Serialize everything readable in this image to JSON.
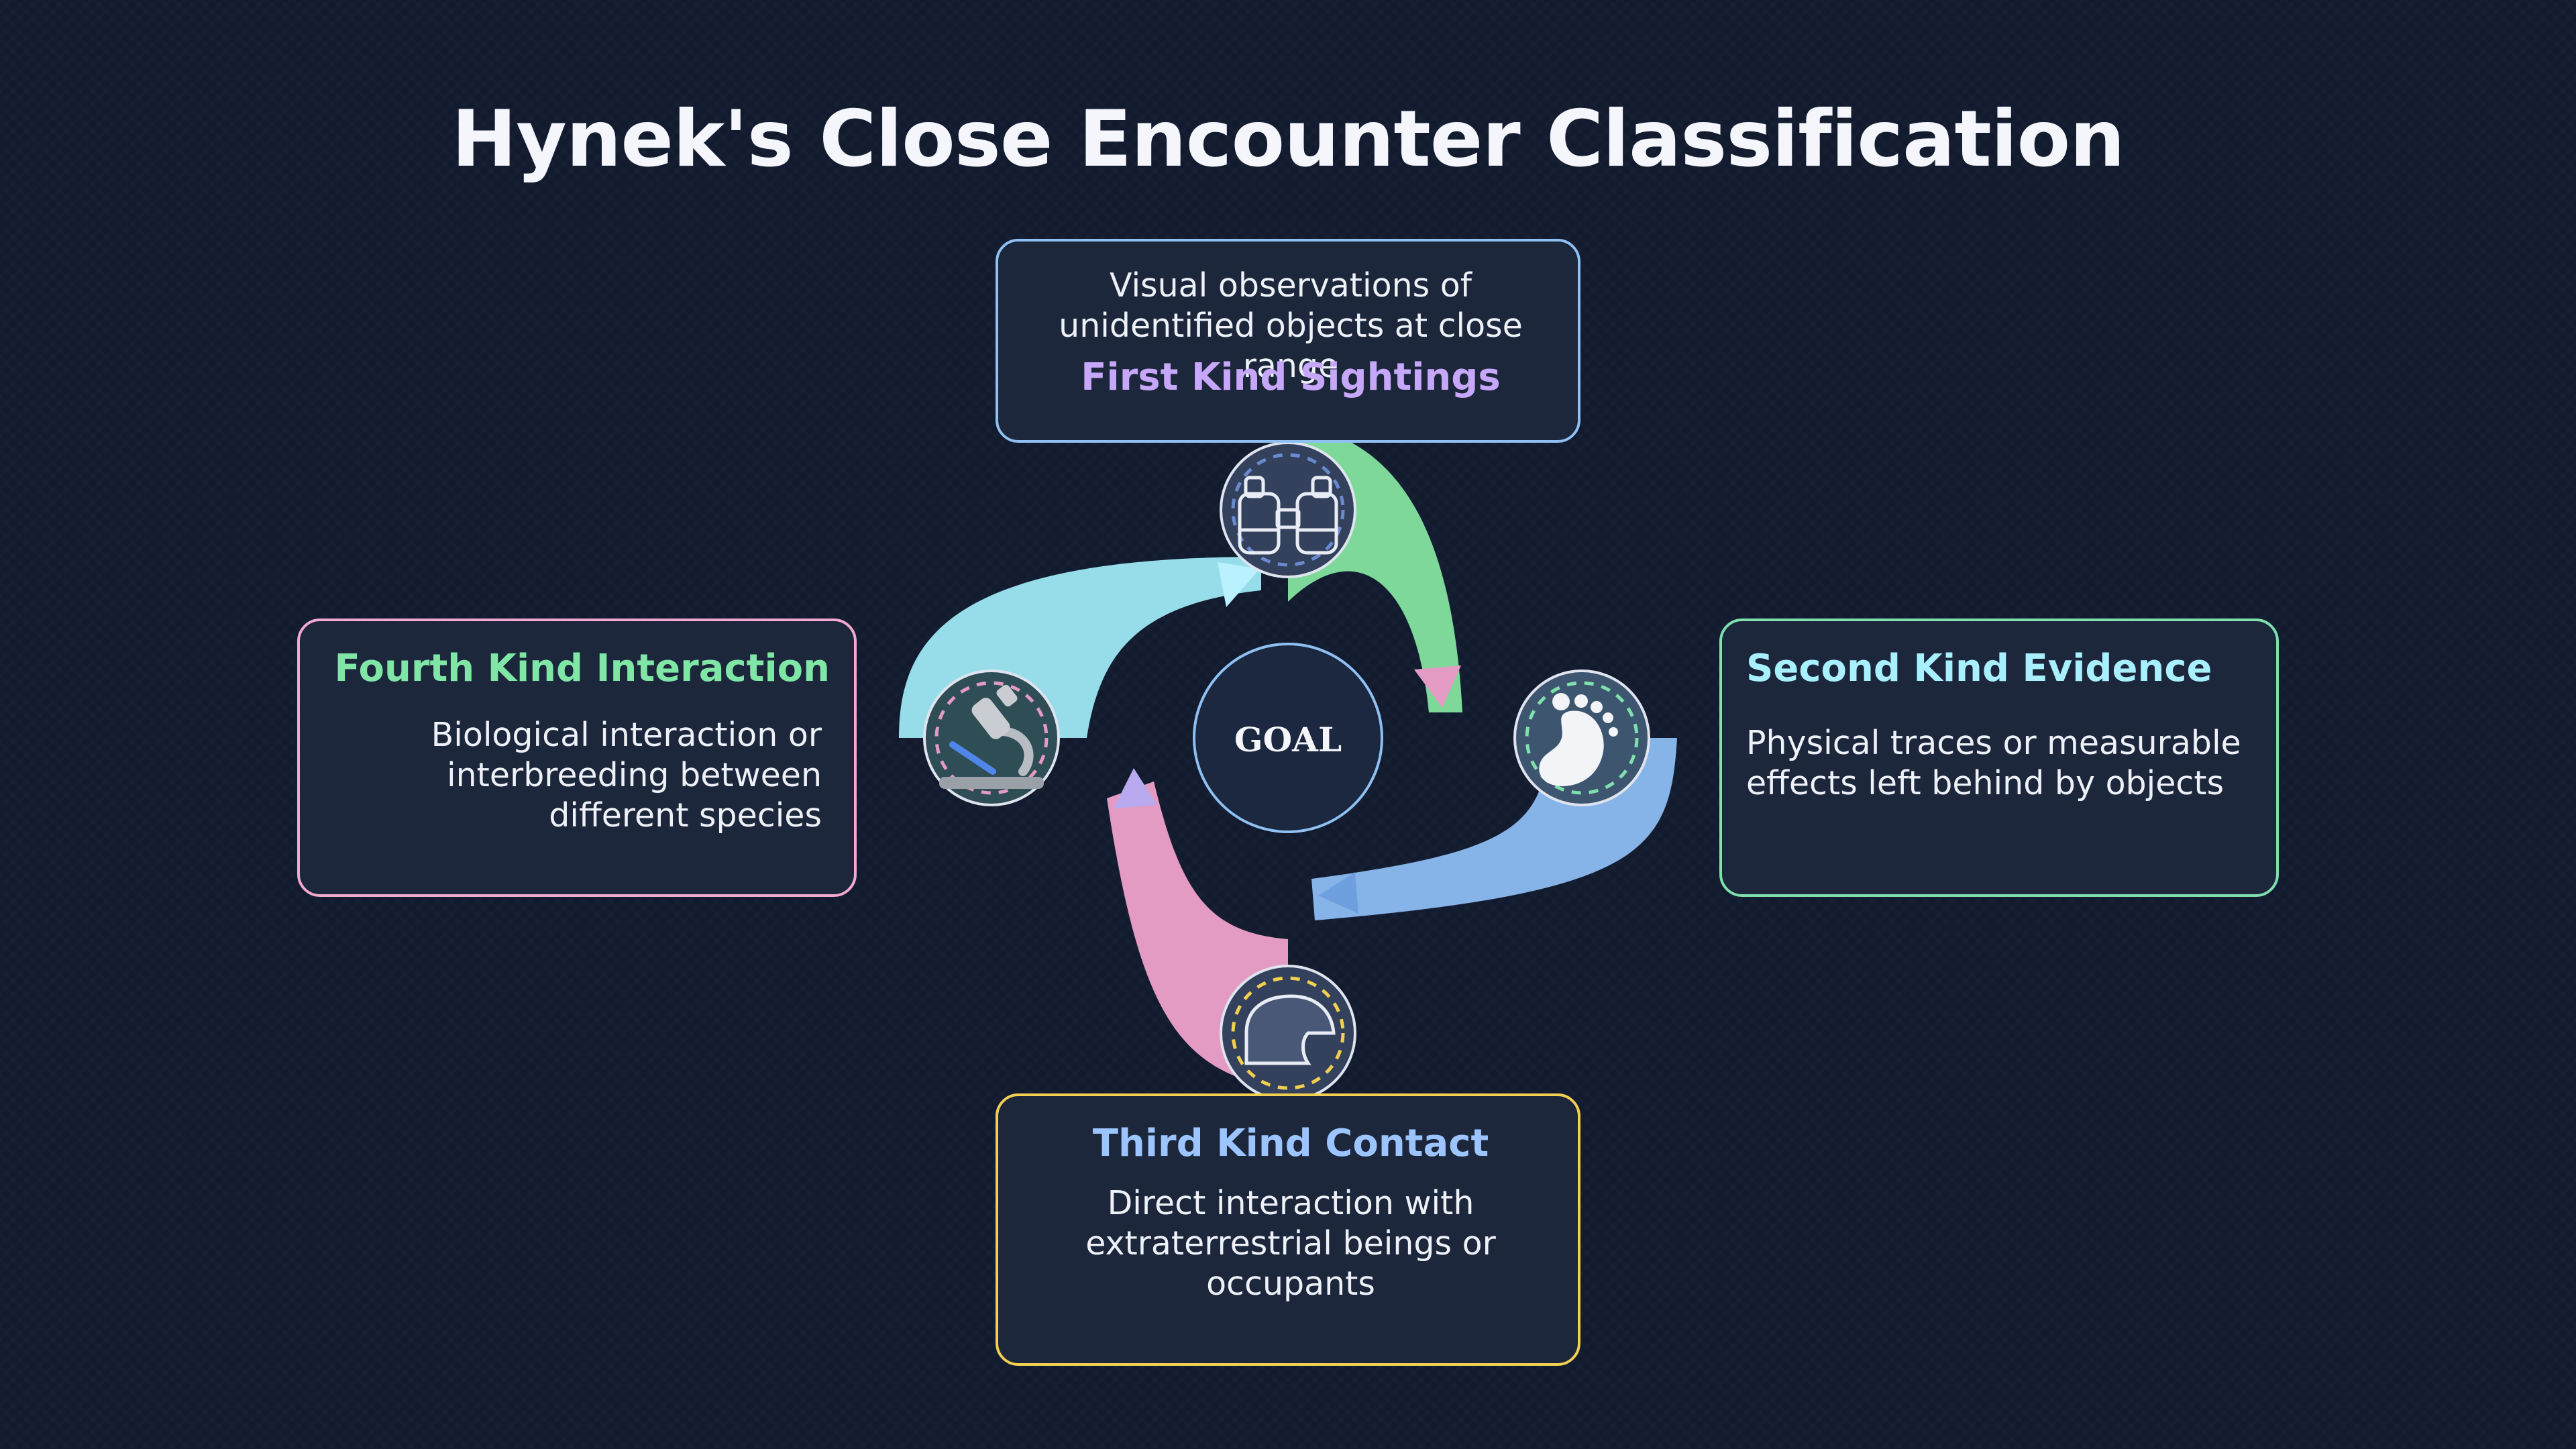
{
  "title": "Hynek's Close Encounter Classification",
  "center_label": "GOAL",
  "stages": [
    {
      "heading": "First Kind Sightings",
      "description": "Visual observations of unidentified objects at close range",
      "icon": "binoculars-icon",
      "arc_color": "#7dd89a",
      "border_color": "#8ec0f2",
      "heading_color": "#c7a7f9"
    },
    {
      "heading": "Second Kind Evidence",
      "description": "Physical traces or measurable effects left behind by objects",
      "icon": "footprint-icon",
      "arc_color": "#86b4e8",
      "border_color": "#7fe0ad",
      "heading_color": "#a9f0ff"
    },
    {
      "heading": "Third Kind Contact",
      "description": "Direct interaction with extraterrestrial beings or occupants",
      "icon": "helmet-icon",
      "arc_color": "#e39ac3",
      "border_color": "#f2cf4f",
      "heading_color": "#9cc4ff"
    },
    {
      "heading": "Fourth Kind Interaction",
      "description": "Biological interaction or interbreeding between different species",
      "icon": "microscope-icon",
      "arc_color": "#96dde9",
      "border_color": "#f2a8cf",
      "heading_color": "#7fe6a6"
    }
  ]
}
